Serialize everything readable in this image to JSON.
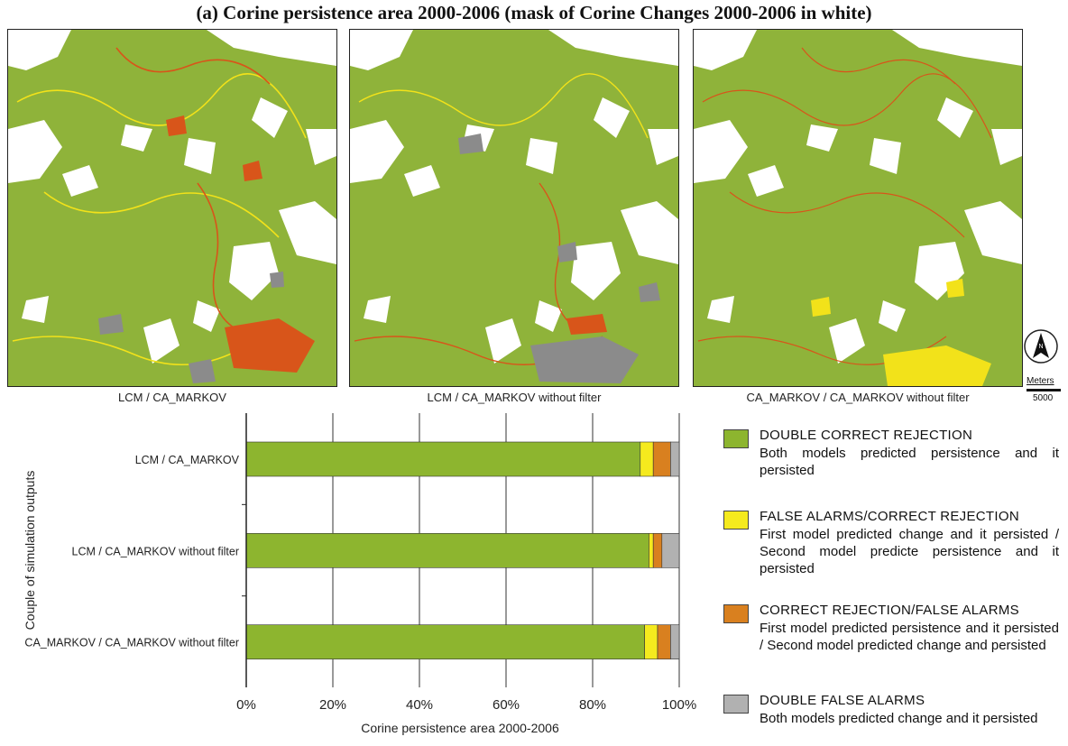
{
  "title": "(a) Corine persistence area 2000-2006 (mask of Corine Changes 2000-2006 in white)",
  "maps": [
    {
      "caption": "LCM / CA_MARKOV"
    },
    {
      "caption": "LCM / CA_MARKOV without filter"
    },
    {
      "caption": "CA_MARKOV / CA_MARKOV without filter"
    }
  ],
  "scale": {
    "unit": "Meters",
    "value": "5000"
  },
  "north_arrow": {
    "letter": "N"
  },
  "colors": {
    "map_background": "#8fb33a",
    "double_correct_rejection": "#8db52f",
    "false_alarms_correct_rejection": "#f5ea1e",
    "correct_rejection_false_alarms": "#d9801f",
    "double_false_alarms": "#b1b1b1"
  },
  "legend": [
    {
      "label": "DOUBLE CORRECT REJECTION",
      "description": "Both models predicted persistence and it persisted",
      "color": "#8db52f"
    },
    {
      "label": "FALSE ALARMS/CORRECT REJECTION",
      "description": "First model predicted change and it persisted / Second model predicte persistence and it persisted",
      "color": "#f5ea1e"
    },
    {
      "label": "CORRECT REJECTION/FALSE ALARMS",
      "description": "First model predicted persistence and it persisted / Second model predicted change and persisted",
      "color": "#d9801f"
    },
    {
      "label": "DOUBLE FALSE ALARMS",
      "description": "Both models predicted change and it persisted",
      "color": "#b1b1b1"
    }
  ],
  "chart_data": {
    "type": "bar",
    "orientation": "horizontal",
    "stacked": true,
    "xlabel": "Corine persistence area 2000-2006",
    "ylabel": "Couple of simulation outputs",
    "xlim": [
      0,
      100
    ],
    "x_ticks": [
      "0%",
      "20%",
      "40%",
      "60%",
      "80%",
      "100%"
    ],
    "grid": "vertical",
    "categories": [
      "LCM / CA_MARKOV",
      "LCM / CA_MARKOV without filter",
      "CA_MARKOV / CA_MARKOV without filter"
    ],
    "series": [
      {
        "name": "DOUBLE CORRECT REJECTION",
        "values": [
          91,
          93,
          92
        ]
      },
      {
        "name": "FALSE ALARMS/CORRECT REJECTION",
        "values": [
          3,
          1,
          3
        ]
      },
      {
        "name": "CORRECT REJECTION/FALSE ALARMS",
        "values": [
          4,
          2,
          3
        ]
      },
      {
        "name": "DOUBLE FALSE ALARMS",
        "values": [
          2,
          4,
          2
        ]
      }
    ]
  }
}
